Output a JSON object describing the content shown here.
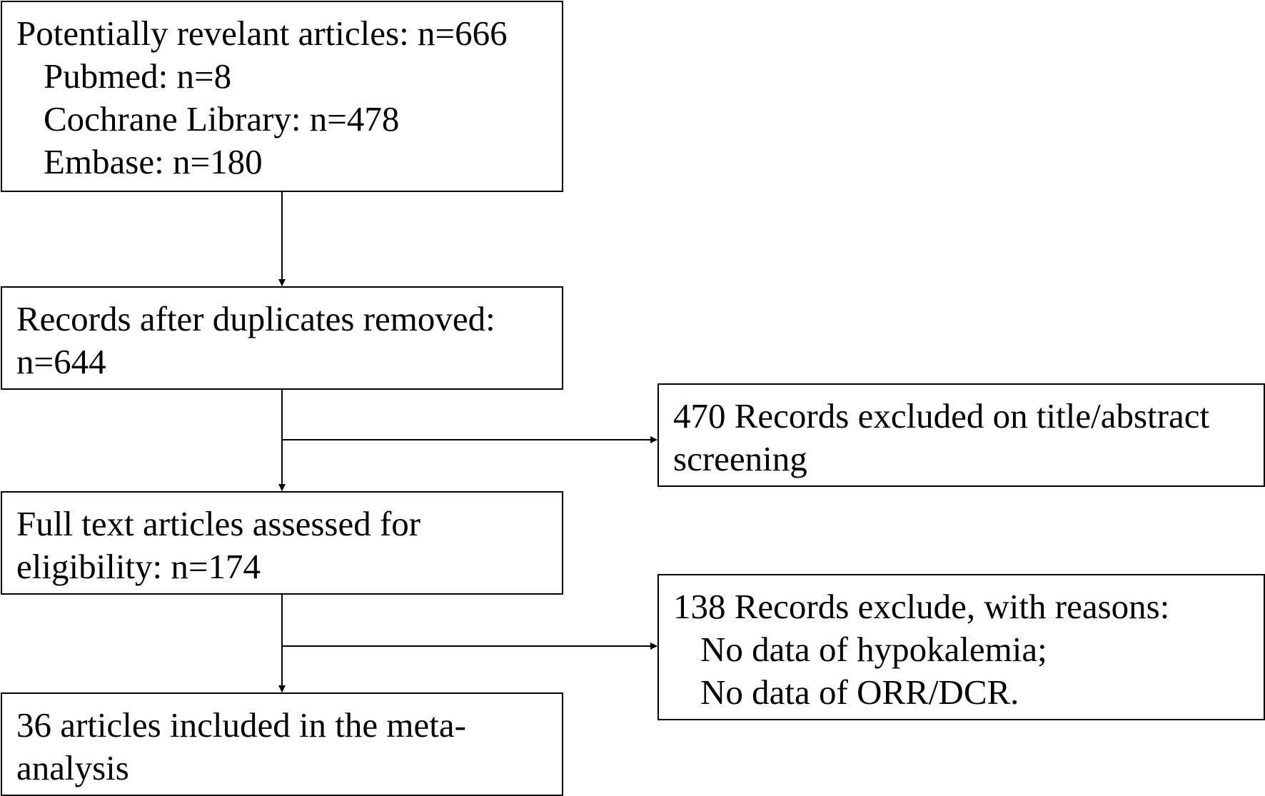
{
  "flowchart": {
    "identification": {
      "title": "Potentially revelant articles: n=666",
      "sources": [
        "Pubmed: n=8",
        "Cochrane Library: n=478",
        "Embase: n=180"
      ]
    },
    "deduplicated": {
      "lines": [
        "Records after duplicates removed:",
        "n=644"
      ]
    },
    "excluded_title_abstract": {
      "lines": [
        "470 Records excluded on title/abstract",
        "screening"
      ]
    },
    "fulltext_assessed": {
      "lines": [
        "Full text articles assessed for",
        "eligibility: n=174"
      ]
    },
    "excluded_reasons": {
      "title": "138 Records exclude, with reasons:",
      "reasons": [
        "No data of hypokalemia;",
        "No data of ORR/DCR."
      ]
    },
    "included": {
      "lines": [
        "36 articles included in the meta-",
        "analysis"
      ]
    }
  }
}
